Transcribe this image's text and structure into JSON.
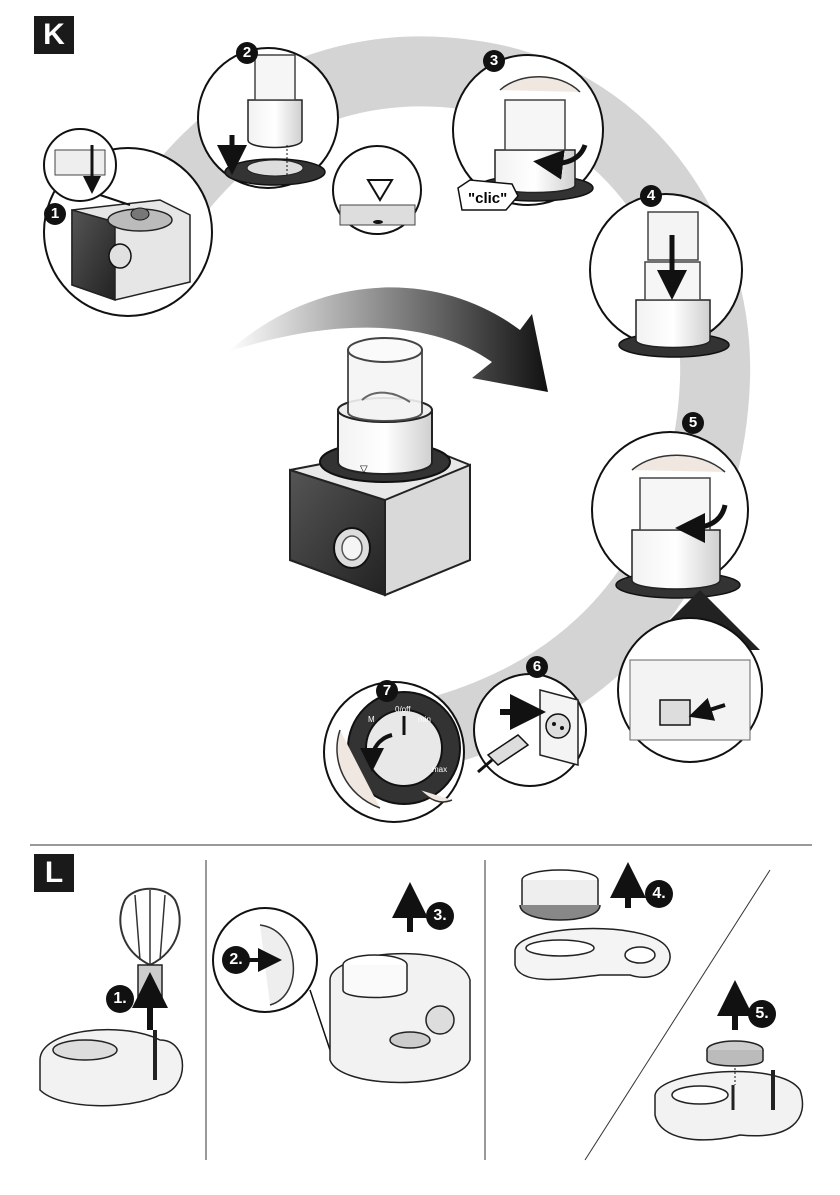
{
  "section_k": {
    "label": "K",
    "steps": [
      "1",
      "2",
      "3",
      "4",
      "5",
      "6",
      "7"
    ],
    "clic_text": "\"clic\"",
    "dial": {
      "label_m": "M",
      "label_off": "0/off",
      "label_min": "min",
      "label_max": "max"
    }
  },
  "section_l": {
    "label": "L",
    "steps": [
      "1.",
      "2.",
      "3.",
      "4.",
      "5."
    ]
  }
}
